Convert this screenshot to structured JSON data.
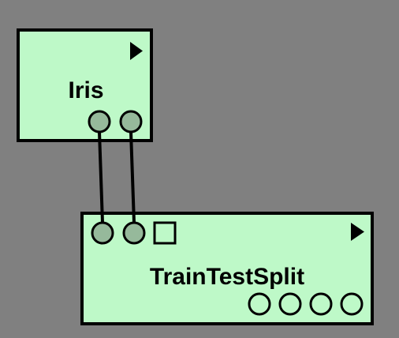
{
  "canvas": {
    "background": "#808080"
  },
  "colors": {
    "node_fill": "#bef9c8",
    "node_stroke": "#000000",
    "port_connected": "#96b99b",
    "port_empty": "#bef9c8",
    "edge": "#000000"
  },
  "nodes": [
    {
      "id": "iris",
      "title": "Iris",
      "output_ports": [
        {
          "id": "iris-out-1",
          "connected": true
        },
        {
          "id": "iris-out-2",
          "connected": true
        }
      ]
    },
    {
      "id": "traintestsplit",
      "title": "TrainTestSplit",
      "input_ports": [
        {
          "id": "tts-in-1",
          "connected": true
        },
        {
          "id": "tts-in-2",
          "connected": true
        },
        {
          "id": "tts-in-3",
          "connected": false,
          "shape": "square"
        }
      ],
      "output_ports": [
        {
          "id": "tts-out-1",
          "connected": false
        },
        {
          "id": "tts-out-2",
          "connected": false
        },
        {
          "id": "tts-out-3",
          "connected": false
        },
        {
          "id": "tts-out-4",
          "connected": false
        }
      ]
    }
  ],
  "edges": [
    {
      "from": "iris-out-1",
      "to": "tts-in-1"
    },
    {
      "from": "iris-out-2",
      "to": "tts-in-2"
    }
  ]
}
